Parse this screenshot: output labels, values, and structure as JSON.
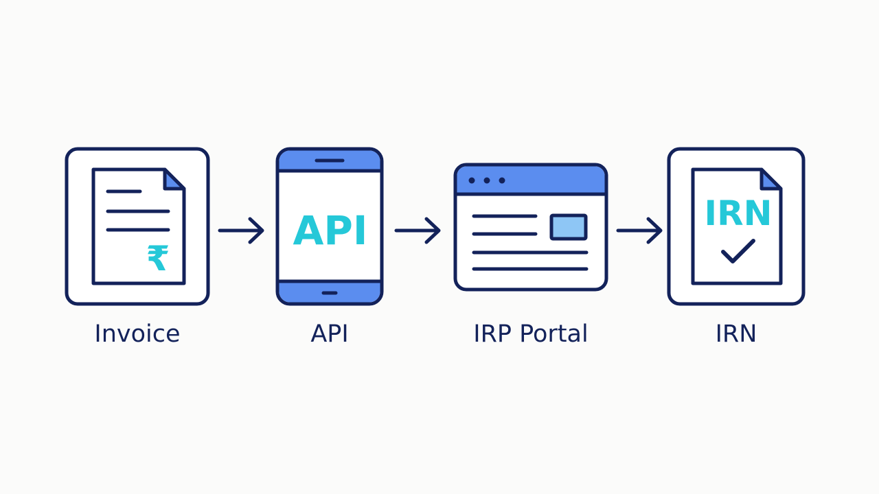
{
  "diagram": {
    "steps": [
      {
        "id": "invoice",
        "label": "Invoice",
        "icon": "invoice-document-icon",
        "glyph": "₹"
      },
      {
        "id": "api",
        "label": "API",
        "icon": "mobile-device-icon",
        "glyph": "API"
      },
      {
        "id": "irp-portal",
        "label": "IRP Portal",
        "icon": "browser-window-icon"
      },
      {
        "id": "irn",
        "label": "IRN",
        "icon": "checked-document-icon",
        "glyph": "IRN"
      }
    ],
    "connectors": [
      {
        "from": "invoice",
        "to": "api",
        "icon": "arrow-right-icon"
      },
      {
        "from": "api",
        "to": "irp-portal",
        "icon": "arrow-right-icon"
      },
      {
        "from": "irp-portal",
        "to": "irn",
        "icon": "arrow-right-icon"
      }
    ],
    "colors": {
      "outline": "#13225a",
      "accent": "#25c8d8",
      "blue": "#5b8def",
      "light_blue": "#8ec6f5",
      "background": "#fbfbfa"
    }
  }
}
